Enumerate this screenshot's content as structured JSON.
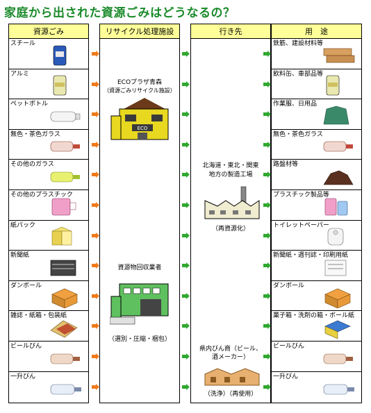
{
  "title": "家庭から出された資源ごみはどうなるの？",
  "headers": [
    "資源ごみ",
    "リサイクル処理施設",
    "行き先",
    "用　途"
  ],
  "waste": [
    "スチール",
    "アルミ",
    "ペットボトル",
    "無色・茶色ガラス",
    "その他のガラス",
    "その他のプラスチック",
    "紙パック",
    "新聞紙",
    "ダンボール",
    "雑誌・紙箱・包装紙",
    "ビールびん",
    "一升びん"
  ],
  "uses": [
    "鉄筋、建設材料等",
    "飲料缶、車部品等",
    "作業服、日用品",
    "無色・茶色ガラス",
    "路盤材等",
    "プラスチック製品等",
    "トイレットペーパー",
    "新聞紙・週刊誌・印刷用紙",
    "ダンボール",
    "菓子箱・洗剤の箱・ボール紙",
    "ビールびん",
    "一升びん"
  ],
  "facility1": {
    "name": "ECOプラザ青森",
    "sub": "（資源ごみリサイクル施設）",
    "sign": "ECO"
  },
  "facility2": {
    "name": "資源物回収業者",
    "sub": "（選別・圧縮・梱包）"
  },
  "dest1": {
    "name1": "北海道・東北・関東",
    "name2": "地方の製造工場",
    "sub": "（再資源化）"
  },
  "dest2": {
    "name1": "県内びん商（ビール、",
    "name2": "酒メーカー）",
    "sub": "（洗浄）（再使用）"
  },
  "colors": {
    "title": "#1a8a2a",
    "header_bg": "#ffff99",
    "arrow_orange": "#f07a1a",
    "arrow_green": "#2fa82f"
  }
}
